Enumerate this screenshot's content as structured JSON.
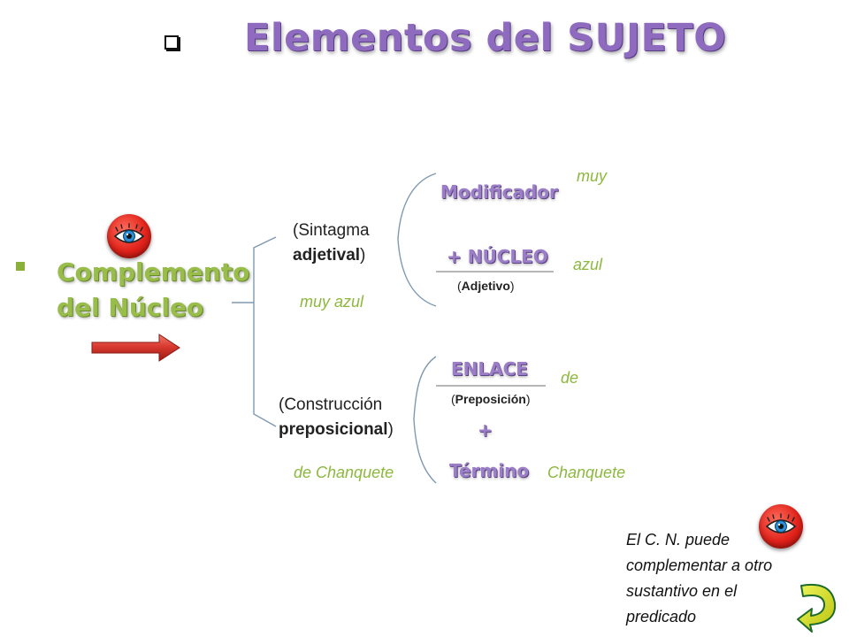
{
  "title": "Elementos del SUJETO",
  "concept": {
    "line1": "Complemento",
    "line2": "del Núcleo"
  },
  "branch_top": {
    "line1": "(Sintagma",
    "line2_bold": "adjetival",
    "line2_tail": ")",
    "example": "muy azul",
    "modifier": {
      "label": "Modificador",
      "example": "muy"
    },
    "nucleus": {
      "label": "+ NÚCLEO",
      "example": "azul",
      "sub_bold": "Adjetivo",
      "sub_open": "(",
      "sub_close": ")"
    }
  },
  "branch_bottom": {
    "line1": "(Construcción",
    "line2_bold": "preposicional",
    "line2_tail": ")",
    "example": "de Chanquete",
    "link": {
      "label": "ENLACE",
      "example": "de",
      "sub_bold": "Preposición",
      "sub_open": "(",
      "sub_close": ")"
    },
    "plus": "+",
    "term": {
      "label": "Término",
      "example": "Chanquete"
    }
  },
  "note": {
    "lines": [
      "El C. N. puede",
      "complementar a otro",
      "sustantivo en el",
      "predicado"
    ]
  },
  "icons": {
    "eye": "eye-icon",
    "arrow": "arrow-right-icon",
    "return": "return-arrow-icon"
  },
  "colors": {
    "title": "#8e6bbf",
    "concept": "#98bd4a",
    "accent_green": "#8cb83d",
    "heading_purple": "#9b7dc8",
    "eye_red": "#e1231b",
    "arrow_red": "#c8241c",
    "return_yellow": "#d8e21c"
  }
}
